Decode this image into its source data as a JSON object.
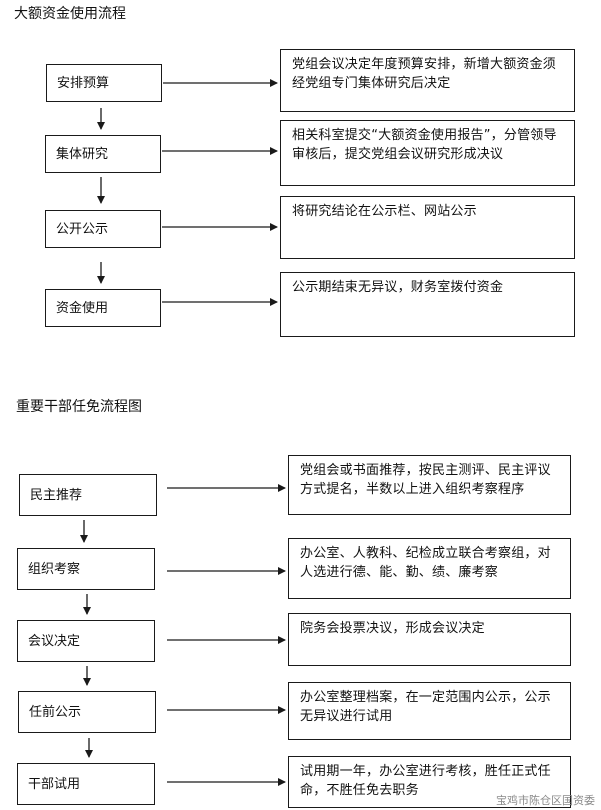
{
  "section1": {
    "title": "大额资金使用流程",
    "steps": [
      "安排预算",
      "集体研究",
      "公开公示",
      "资金使用"
    ],
    "descriptions": [
      "党组会议决定年度预算安排，新增大额资金须经党组专门集体研究后决定",
      "相关科室提交“大额资金使用报告”，分管领导审核后，提交党组会议研究形成决议",
      "将研究结论在公示栏、网站公示",
      "公示期结束无异议，财务室拨付资金"
    ]
  },
  "section2": {
    "title": "重要干部任免流程图",
    "steps": [
      "民主推荐",
      "组织考察",
      "会议决定",
      "任前公示",
      "干部试用"
    ],
    "descriptions": [
      "党组会或书面推荐，按民主测评、民主评议方式提名，半数以上进入组织考察程序",
      "办公室、人教科、纪检成立联合考察组，对人选进行德、能、勤、绩、廉考察",
      "院务会投票决议，形成会议决定",
      "办公室整理档案，在一定范围内公示，公示无异议进行试用",
      "试用期一年，办公室进行考核，胜任正式任命，不胜任免去职务"
    ]
  },
  "watermark": "宝鸡市陈仓区国资委"
}
